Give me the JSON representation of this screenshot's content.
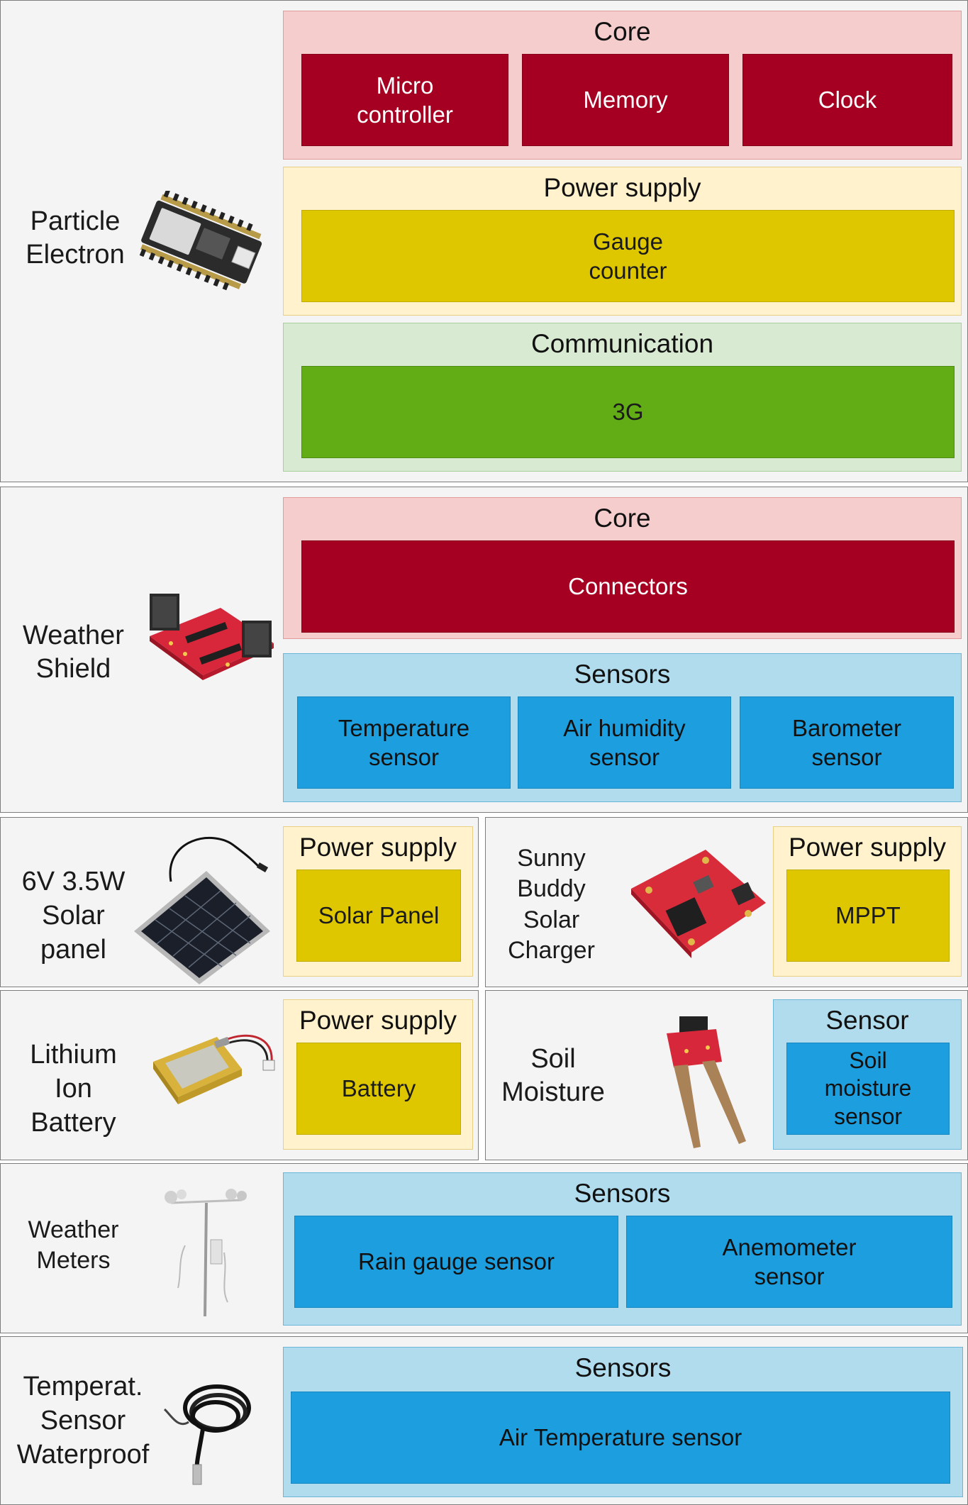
{
  "particle_electron": {
    "label": "Particle\nElectron",
    "core": {
      "title": "Core",
      "items": [
        "Micro\ncontroller",
        "Memory",
        "Clock"
      ]
    },
    "power": {
      "title": "Power supply",
      "items": [
        "Gauge\ncounter"
      ]
    },
    "comm": {
      "title": "Communication",
      "items": [
        "3G"
      ]
    },
    "image_icon": "particle-electron-board-icon"
  },
  "weather_shield": {
    "label": "Weather\nShield",
    "core": {
      "title": "Core",
      "items": [
        "Connectors"
      ]
    },
    "sensors": {
      "title": "Sensors",
      "items": [
        "Temperature\nsensor",
        "Air humidity\nsensor",
        "Barometer\nsensor"
      ]
    },
    "image_icon": "weather-shield-board-icon"
  },
  "solar_panel": {
    "label": "6V 3.5W\nSolar\npanel",
    "group": {
      "title": "Power supply",
      "items": [
        "Solar Panel"
      ]
    },
    "image_icon": "solar-panel-icon"
  },
  "sunny_buddy": {
    "label": "Sunny\nBuddy\nSolar\nCharger",
    "group": {
      "title": "Power supply",
      "items": [
        "MPPT"
      ]
    },
    "image_icon": "sunny-buddy-board-icon"
  },
  "lithium_battery": {
    "label": "Lithium\nIon\nBattery",
    "group": {
      "title": "Power supply",
      "items": [
        "Battery"
      ]
    },
    "image_icon": "lipo-battery-icon"
  },
  "soil_moisture": {
    "label": "Soil\nMoisture",
    "group": {
      "title": "Sensor",
      "items": [
        "Soil\nmoisture\nsensor"
      ]
    },
    "image_icon": "soil-moisture-probe-icon"
  },
  "weather_meters": {
    "label": "Weather\nMeters",
    "group": {
      "title": "Sensors",
      "items": [
        "Rain gauge sensor",
        "Anemometer\nsensor"
      ]
    },
    "image_icon": "weather-meters-icon"
  },
  "temp_sensor": {
    "label": "Temperat.\nSensor\nWaterproof",
    "group": {
      "title": "Sensors",
      "items": [
        "Air Temperature sensor"
      ]
    },
    "image_icon": "waterproof-temperature-probe-icon"
  },
  "colors": {
    "core_bg": "#f6cdcd",
    "core_box": "#a50021",
    "power_bg": "#fff2cc",
    "power_box": "#dfc700",
    "comm_bg": "#d8ead2",
    "comm_box": "#62ac16",
    "sensor_bg": "#b1dcee",
    "sensor_box": "#1d9fdf",
    "panel_bg": "#f4f4f4"
  }
}
